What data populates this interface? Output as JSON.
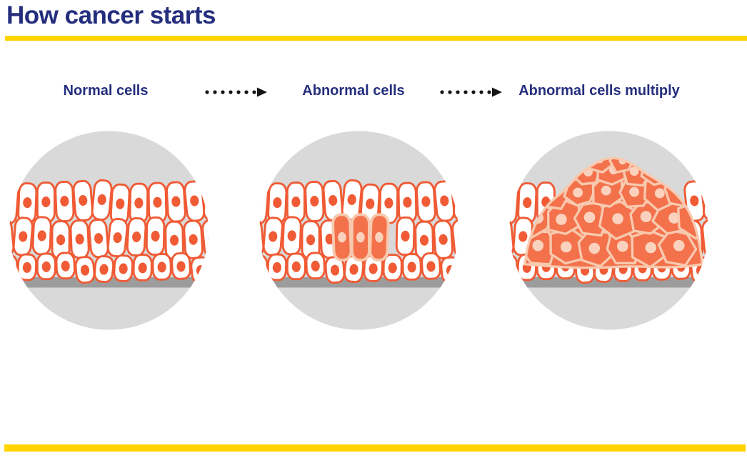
{
  "title": "How cancer starts",
  "stages": [
    {
      "label": "Normal cells",
      "figure": "normal-cells"
    },
    {
      "label": "Abnormal cells",
      "figure": "abnormal-cells"
    },
    {
      "label": "Abnormal cells multiply",
      "figure": "abnormal-cells-multiply"
    }
  ],
  "colors": {
    "navy": "#242e7d",
    "yellow": "#ffd400",
    "cell_outline": "#f05b35",
    "cell_fill": "#ffffff",
    "nucleus": "#f05b35",
    "tumor_fill": "#f3714b",
    "tumor_line": "#f8c9ae",
    "tumor_nucleus": "#fbd2bd",
    "circle_bg": "#d9d9d9",
    "membrane": "#9c9c9c",
    "arrow": "#141414"
  }
}
